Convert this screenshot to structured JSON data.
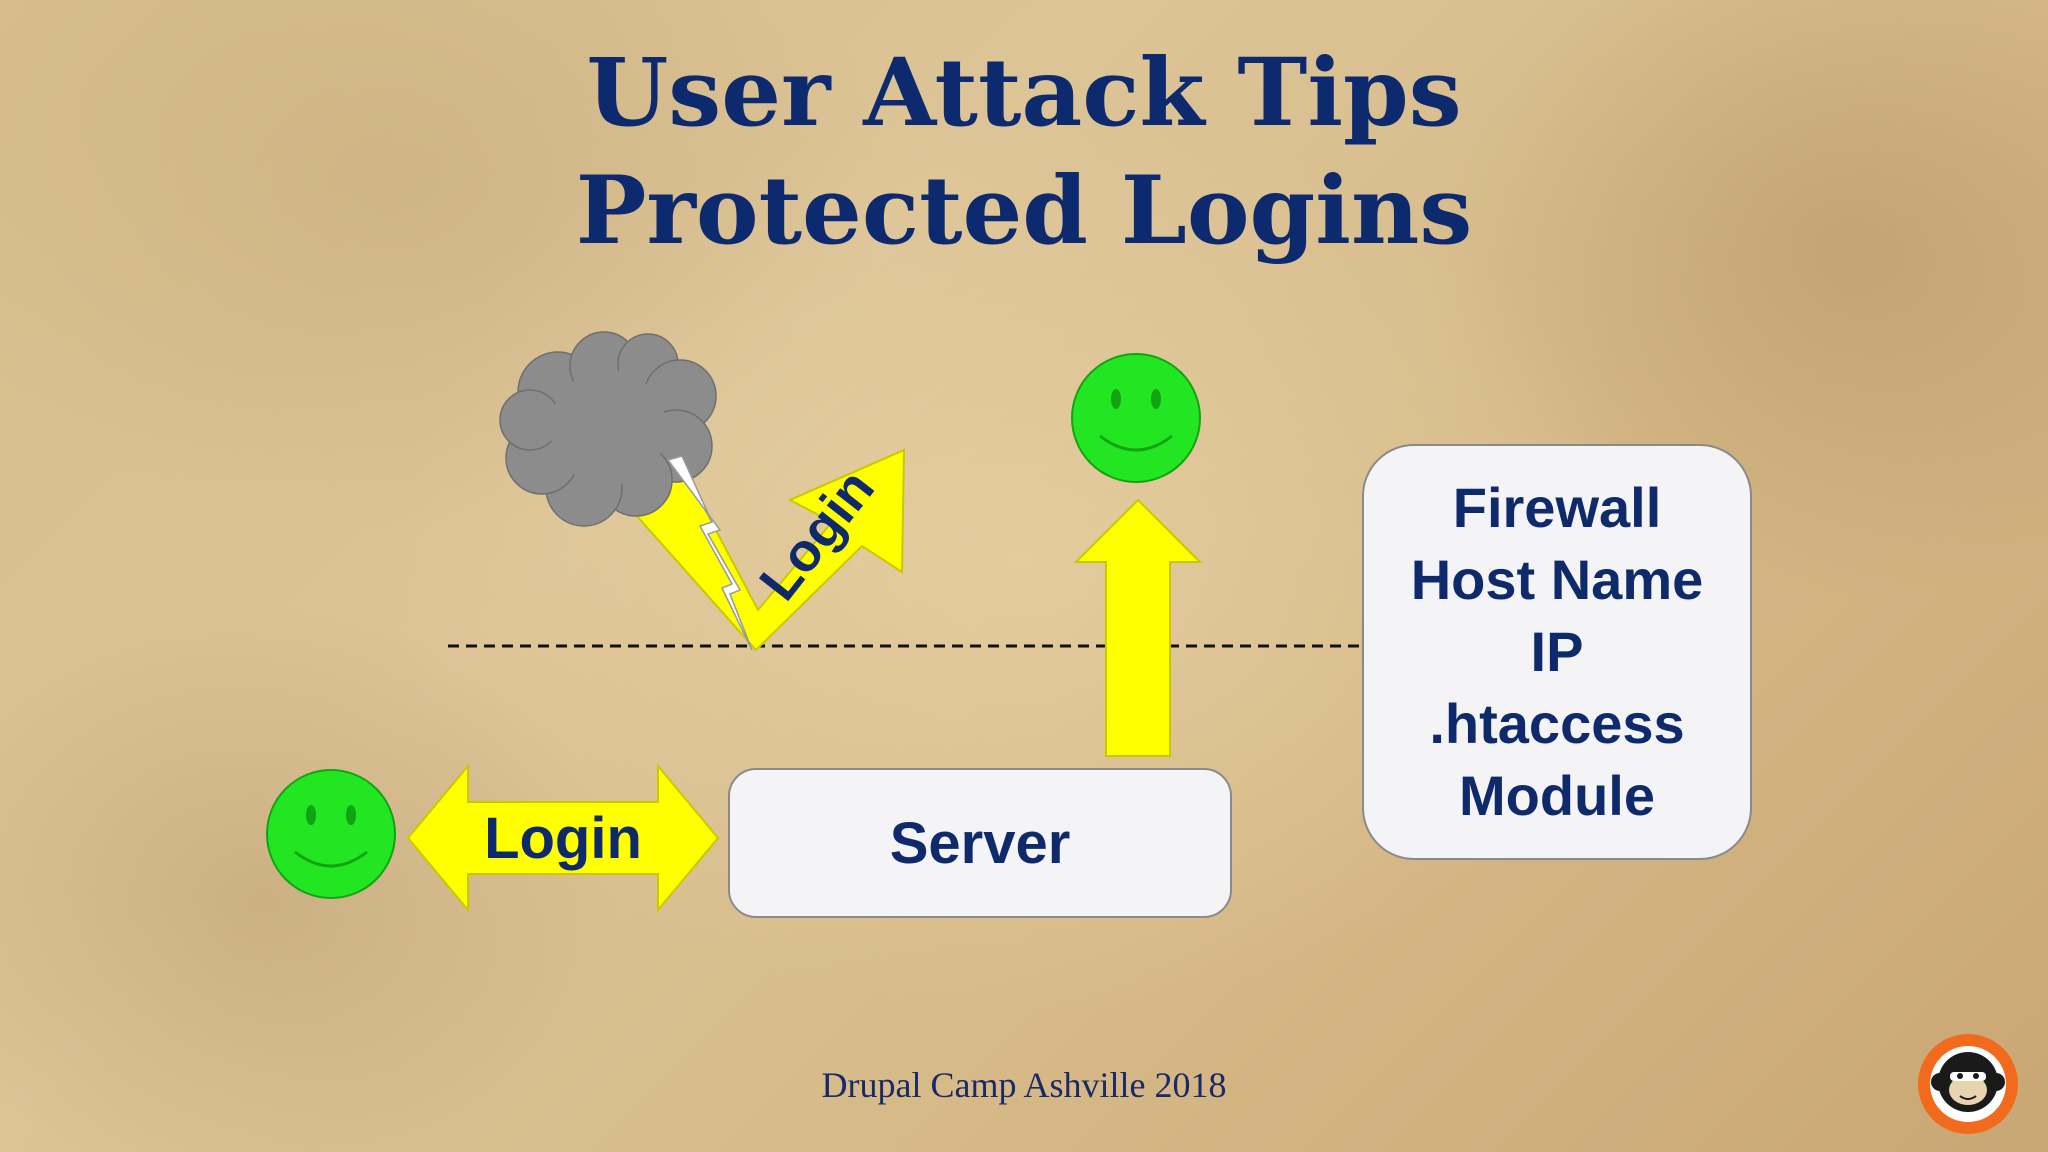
{
  "slide": {
    "title_line1": "User Attack Tips",
    "title_line2": "Protected Logins",
    "footer": "Drupal Camp Ashville 2018"
  },
  "diagram": {
    "login_label_left": "Login",
    "login_label_attack": "Login",
    "server_label": "Server",
    "protection_items": [
      "Firewall",
      "Host Name",
      "IP",
      ".htaccess",
      "Module"
    ]
  },
  "icons": {
    "happy_user_icon": "smiley-face",
    "attacker_icon": "storm-cloud",
    "lightning_icon": "lightning-bolt",
    "logo_icon": "monkey-logo"
  },
  "colors": {
    "title": "#0e2a6e",
    "arrow_fill": "#ffff00",
    "smiley_green": "#22e622",
    "cloud_gray": "#8c8c8c",
    "logo_orange": "#f26b1d"
  }
}
